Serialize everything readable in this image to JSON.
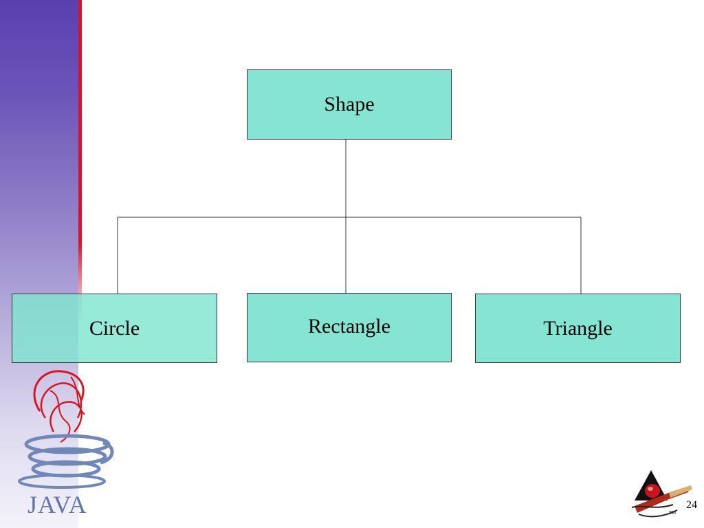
{
  "diagram": {
    "root": {
      "label": "Shape"
    },
    "children": [
      {
        "label": "Circle"
      },
      {
        "label": "Rectangle"
      },
      {
        "label": "Triangle"
      }
    ]
  },
  "branding": {
    "java_wordmark": "JAVA",
    "logo_icon": "java-coffee-cup-icon",
    "mascot_icon": "duke-mascot-icon"
  },
  "footer": {
    "slide_number": "24"
  },
  "colors": {
    "node_fill": "#80e4d0",
    "node_border": "#333333",
    "sidebar_top": "#5a3fb0",
    "sidebar_accent": "#e0102a"
  }
}
